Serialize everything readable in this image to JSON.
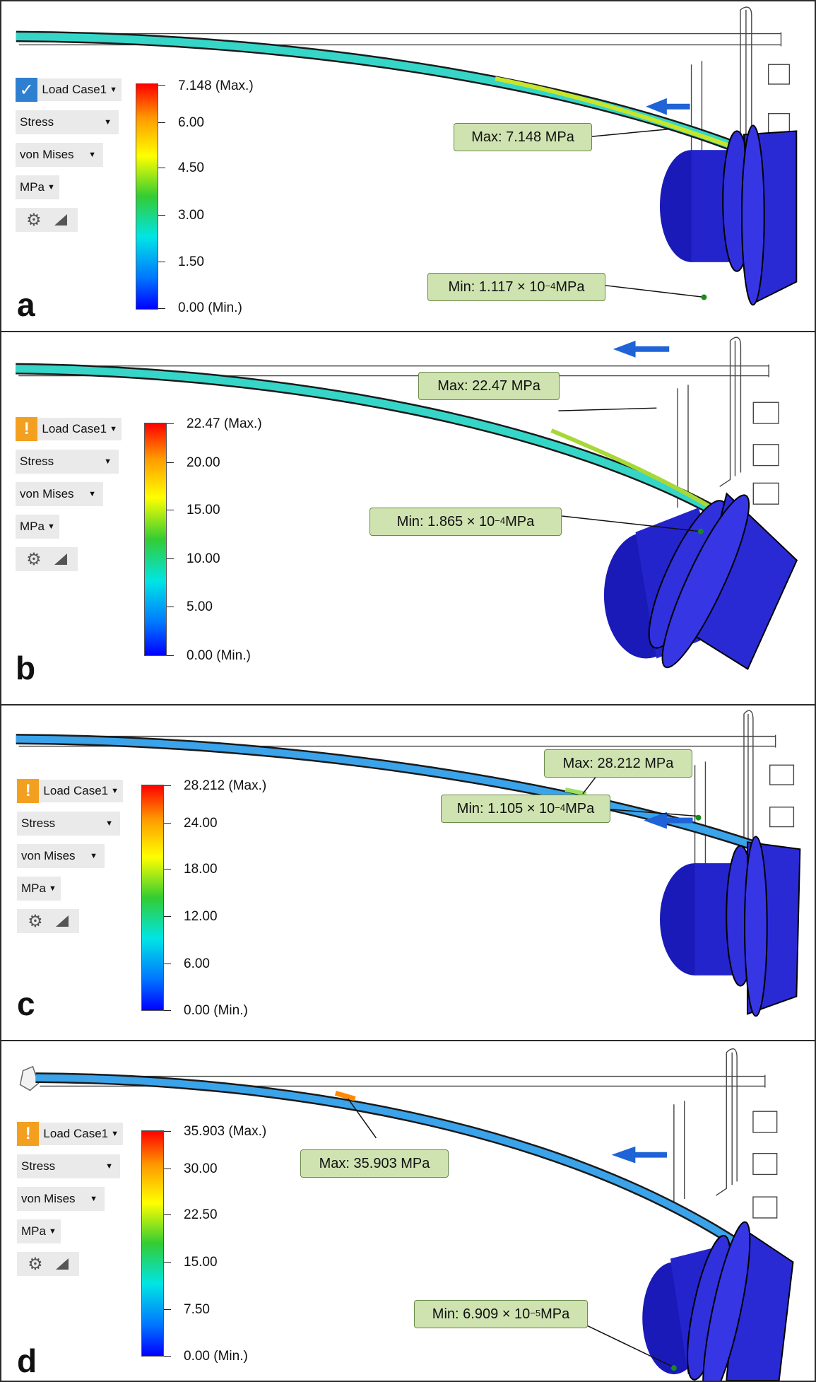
{
  "panels": [
    {
      "letter": "a",
      "load_case": "Load Case1",
      "status_icon": "check-icon",
      "result_type": "Stress",
      "component": "von Mises",
      "unit": "MPa",
      "scale_labels": [
        "7.148  (Max.)",
        "6.00",
        "4.50",
        "3.00",
        "1.50",
        "0.00 (Min.)"
      ],
      "max_callout": "Max: 7.148 MPa",
      "min_callout_prefix": "Min: 1.117 × 10",
      "min_callout_exp": "−4",
      "min_callout_suffix": " MPa"
    },
    {
      "letter": "b",
      "load_case": "Load Case1",
      "status_icon": "warning-icon",
      "result_type": "Stress",
      "component": "von Mises",
      "unit": "MPa",
      "scale_labels": [
        "22.47  (Max.)",
        "20.00",
        "15.00",
        "10.00",
        "5.00",
        "0.00 (Min.)"
      ],
      "max_callout": "Max: 22.47 MPa",
      "min_callout_prefix": "Min: 1.865 × 10",
      "min_callout_exp": "−4",
      "min_callout_suffix": " MPa"
    },
    {
      "letter": "c",
      "load_case": "Load Case1",
      "status_icon": "warning-icon",
      "result_type": "Stress",
      "component": "von Mises",
      "unit": "MPa",
      "scale_labels": [
        "28.212  (Max.)",
        "24.00",
        "18.00",
        "12.00",
        "6.00",
        "0.00 (Min.)"
      ],
      "max_callout": "Max: 28.212 MPa",
      "min_callout_prefix": "Min: 1.105 × 10",
      "min_callout_exp": "−4",
      "min_callout_suffix": " MPa"
    },
    {
      "letter": "d",
      "load_case": "Load Case1",
      "status_icon": "warning-icon",
      "result_type": "Stress",
      "component": "von Mises",
      "unit": "MPa",
      "scale_labels": [
        "35.903  (Max.)",
        "30.00",
        "22.50",
        "15.00",
        "7.50",
        "0.00 (Min.)"
      ],
      "max_callout": "Max: 35.903 MPa",
      "min_callout_prefix": "Min: 6.909 × 10",
      "min_callout_exp": "−5",
      "min_callout_suffix": " MPa"
    }
  ],
  "colors": {
    "load_arrow": "#1f63d6",
    "part_blue": "#2222cc",
    "callout_fill": "#cfe3b0",
    "check_icon_bg": "#2f7fd0",
    "warning_icon_bg": "#f3a021"
  }
}
